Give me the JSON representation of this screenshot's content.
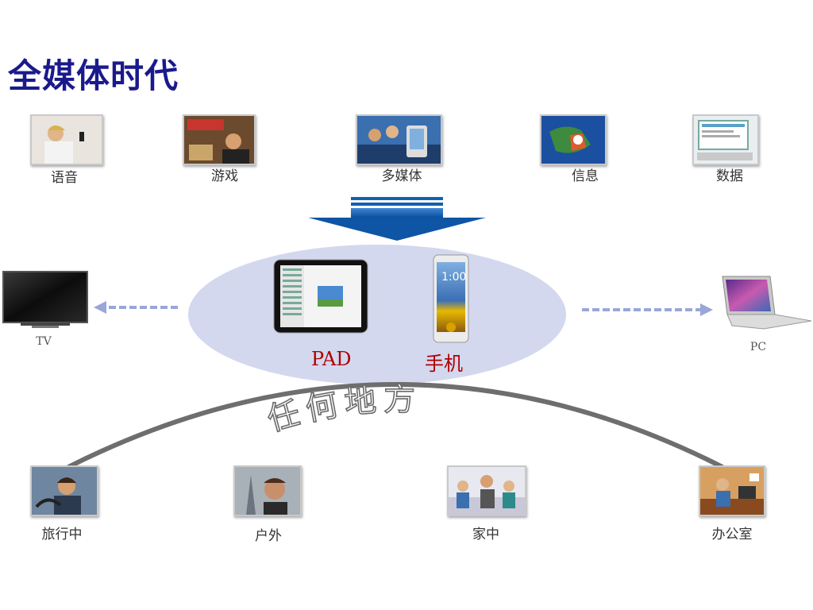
{
  "title": "全媒体时代",
  "top_items": [
    {
      "label": "语音",
      "icon": "woman-phone-photo"
    },
    {
      "label": "游戏",
      "icon": "gaming-photo"
    },
    {
      "label": "多媒体",
      "icon": "friends-phone-photo"
    },
    {
      "label": "信息",
      "icon": "map-screen-photo"
    },
    {
      "label": "数据",
      "icon": "computer-data-photo"
    }
  ],
  "center": {
    "pad_label": "PAD",
    "phone_label": "手机",
    "phone_time": "1:00"
  },
  "left_device": {
    "label": "TV",
    "icon": "tv-icon"
  },
  "right_device": {
    "label": "PC",
    "icon": "laptop-icon"
  },
  "arc_text": "任何地方",
  "bottom_items": [
    {
      "label": "旅行中",
      "icon": "driving-photo"
    },
    {
      "label": "户外",
      "icon": "outdoor-phone-photo"
    },
    {
      "label": "家中",
      "icon": "family-photo"
    },
    {
      "label": "办公室",
      "icon": "office-photo"
    }
  ],
  "colors": {
    "title": "#1a1a8c",
    "arrow": "#1560b0",
    "ellipse": "#d3d8ee",
    "dashed_arrow": "#9aa6d8",
    "arc": "#6e6e6e",
    "device_label": "#b00000"
  }
}
